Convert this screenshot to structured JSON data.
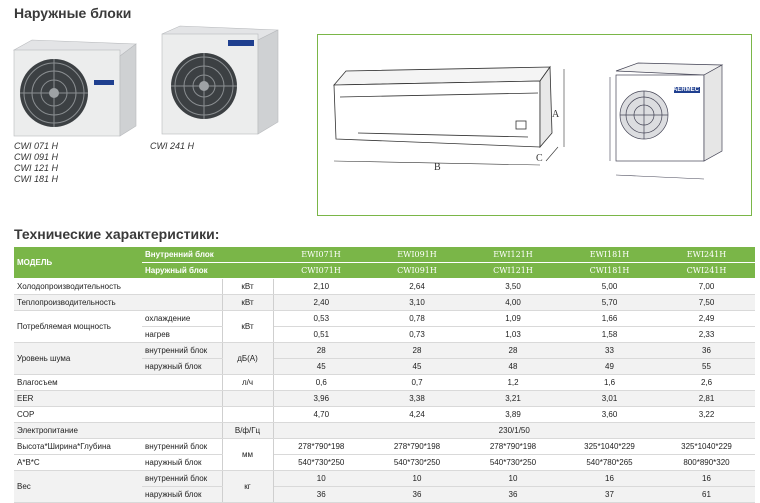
{
  "titles": {
    "outdoor": "Наружные блоки",
    "spec": "Технические характеристики:"
  },
  "captions": {
    "group1": [
      "CWI 071 H",
      "CWI 091 H",
      "CWI 121 H",
      "CWI 181 H"
    ],
    "group2": "CWI 241 H"
  },
  "brand": "AERMEC",
  "dimensions": {
    "a": "A",
    "b": "B",
    "c": "C"
  },
  "table": {
    "header_label": "МОДЕЛЬ",
    "indoor_label": "Внутренний блок",
    "outdoor_label": "Наружный блок",
    "indoor_models": [
      "EWI071H",
      "EWI091H",
      "EWI121H",
      "EWI181H",
      "EWI241H"
    ],
    "outdoor_models": [
      "CWI071H",
      "CWI091H",
      "CWI121H",
      "CWI181H",
      "CWI241H"
    ],
    "rows": {
      "cooling": {
        "label": "Холодопроизводительность",
        "unit": "кВт",
        "values": [
          "2,10",
          "2,64",
          "3,50",
          "5,00",
          "7,00"
        ]
      },
      "heating": {
        "label": "Теплопроизводительность",
        "unit": "кВт",
        "values": [
          "2,40",
          "3,10",
          "4,00",
          "5,70",
          "7,50"
        ]
      },
      "power": {
        "label": "Потребляемая мощность",
        "unit": "кВт",
        "sub1": "охлаждение",
        "values1": [
          "0,53",
          "0,78",
          "1,09",
          "1,66",
          "2,49"
        ],
        "sub2": "нагрев",
        "values2": [
          "0,51",
          "0,73",
          "1,03",
          "1,58",
          "2,33"
        ]
      },
      "noise": {
        "label": "Уровень шума",
        "unit": "дБ(А)",
        "sub1": "внутренний блок",
        "values1": [
          "28",
          "28",
          "28",
          "33",
          "36"
        ],
        "sub2": "наружный блок",
        "values2": [
          "45",
          "45",
          "48",
          "49",
          "55"
        ]
      },
      "moisture": {
        "label": "Влагосъем",
        "unit": "л/ч",
        "values": [
          "0,6",
          "0,7",
          "1,2",
          "1,6",
          "2,6"
        ]
      },
      "eer": {
        "label": "EER",
        "values": [
          "3,96",
          "3,38",
          "3,21",
          "3,01",
          "2,81"
        ]
      },
      "cop": {
        "label": "COP",
        "values": [
          "4,70",
          "4,24",
          "3,89",
          "3,60",
          "3,22"
        ]
      },
      "power_supply": {
        "label": "Электропитание",
        "unit": "В/ф/Гц",
        "value": "230/1/50"
      },
      "dims": {
        "label1": "Высота*Ширина*Глубина",
        "label2": "A*B*C",
        "unit": "мм",
        "sub1": "внутренний блок",
        "values1": [
          "278*790*198",
          "278*790*198",
          "278*790*198",
          "325*1040*229",
          "325*1040*229"
        ],
        "sub2": "наружный блок",
        "values2": [
          "540*730*250",
          "540*730*250",
          "540*730*250",
          "540*780*265",
          "800*890*320"
        ]
      },
      "weight": {
        "label": "Вес",
        "unit": "кг",
        "sub1": "внутренний блок",
        "values1": [
          "10",
          "10",
          "10",
          "16",
          "16"
        ],
        "sub2": "наружный блок",
        "values2": [
          "36",
          "36",
          "36",
          "37",
          "61"
        ]
      }
    }
  }
}
